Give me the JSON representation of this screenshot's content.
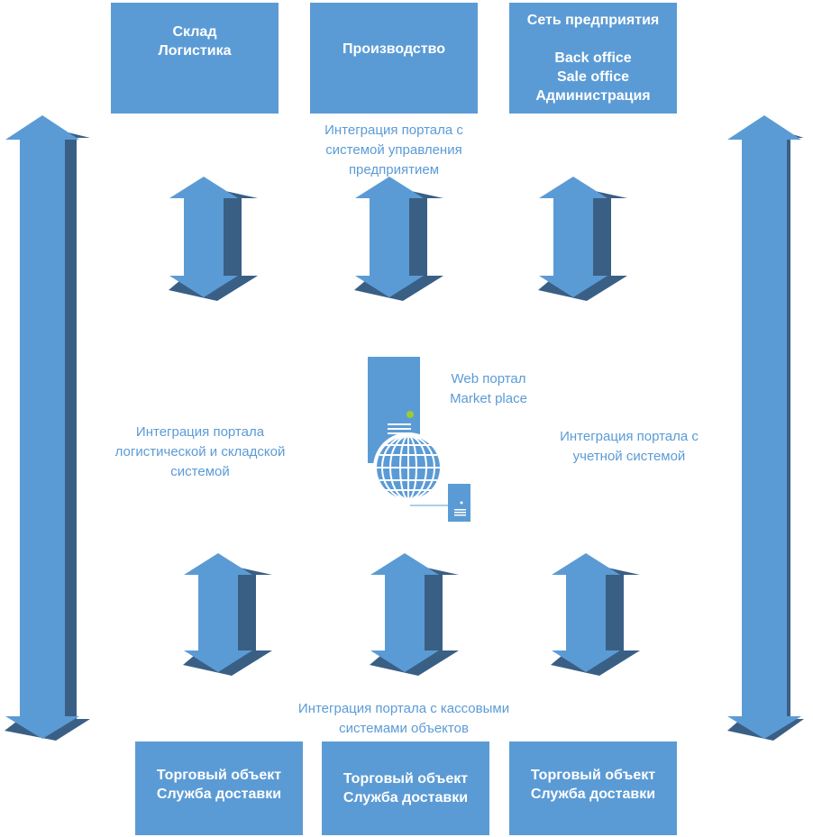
{
  "top_boxes": [
    {
      "lines": [
        "Склад",
        "Логистика"
      ]
    },
    {
      "lines": [
        "Производство"
      ]
    },
    {
      "lines": [
        "Сеть предприятия",
        "",
        "Back office",
        "Sale office",
        "Администрация"
      ]
    }
  ],
  "bottom_boxes": [
    {
      "lines": [
        "Торговый объект",
        "Служба доставки"
      ]
    },
    {
      "lines": [
        "Торговый объект",
        "Служба доставки"
      ]
    },
    {
      "lines": [
        "Торговый объект",
        "Служба доставки"
      ]
    }
  ],
  "labels": {
    "top_integration": [
      "Интеграция портала с",
      "системой управления",
      "предприятием"
    ],
    "left_integration": [
      "Интеграция портала",
      "логистической и складской",
      "системой"
    ],
    "right_integration": [
      "Интеграция портала с",
      "учетной системой"
    ],
    "bottom_integration": [
      "Интеграция портала с кассовыми",
      "системами объектов"
    ],
    "portal": [
      "Web портал",
      "Market place"
    ]
  },
  "colors": {
    "box_fill": "#5b9bd5",
    "arrow_fill": "#5b9bd5",
    "arrow_shadow": "#3a5f85",
    "label_text": "#5b9bd5",
    "box_text": "#ffffff"
  },
  "icons": {
    "portal": "server-globe-icon"
  }
}
